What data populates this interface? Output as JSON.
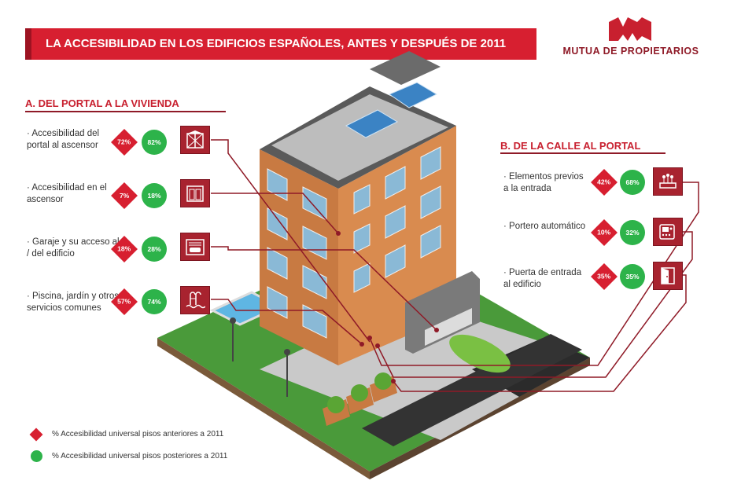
{
  "title": "LA ACCESIBILIDAD EN LOS EDIFICIOS ESPAÑOLES, ANTES Y DESPUÉS DE 2011",
  "brand": {
    "name": "MUTUA DE PROPIETARIOS",
    "color": "#8f1a27"
  },
  "colors": {
    "before": "#d71f30",
    "after": "#2db34a",
    "icon_bg": "#a8232f"
  },
  "section_a": {
    "title": "A. DEL PORTAL A LA VIVIENDA",
    "items": [
      {
        "label": "· Accesibilidad del portal al ascensor",
        "before": "72%",
        "after": "82%",
        "icon": "elevator-door-icon"
      },
      {
        "label": "· Accesibilidad en el ascensor",
        "before": "7%",
        "after": "18%",
        "icon": "elevator-icon"
      },
      {
        "label": "· Garaje y su acceso al / del edificio",
        "before": "18%",
        "after": "28%",
        "icon": "garage-car-icon"
      },
      {
        "label": "· Piscina, jardín y otros servicios comunes",
        "before": "57%",
        "after": "74%",
        "icon": "pool-ladder-icon"
      }
    ]
  },
  "section_b": {
    "title": "B. DE LA CALLE AL PORTAL",
    "items": [
      {
        "label": "· Elementos previos a la entrada",
        "before": "42%",
        "after": "68%",
        "icon": "planter-icon"
      },
      {
        "label": "· Portero automático",
        "before": "10%",
        "after": "32%",
        "icon": "intercom-icon"
      },
      {
        "label": "· Puerta de entrada al edificio",
        "before": "35%",
        "after": "35%",
        "icon": "entrance-door-icon"
      }
    ]
  },
  "legend": {
    "before": "% Accesibilidad universal pisos anteriores a 2011",
    "after": "% Accesibilidad universal pisos posteriores a 2011"
  }
}
